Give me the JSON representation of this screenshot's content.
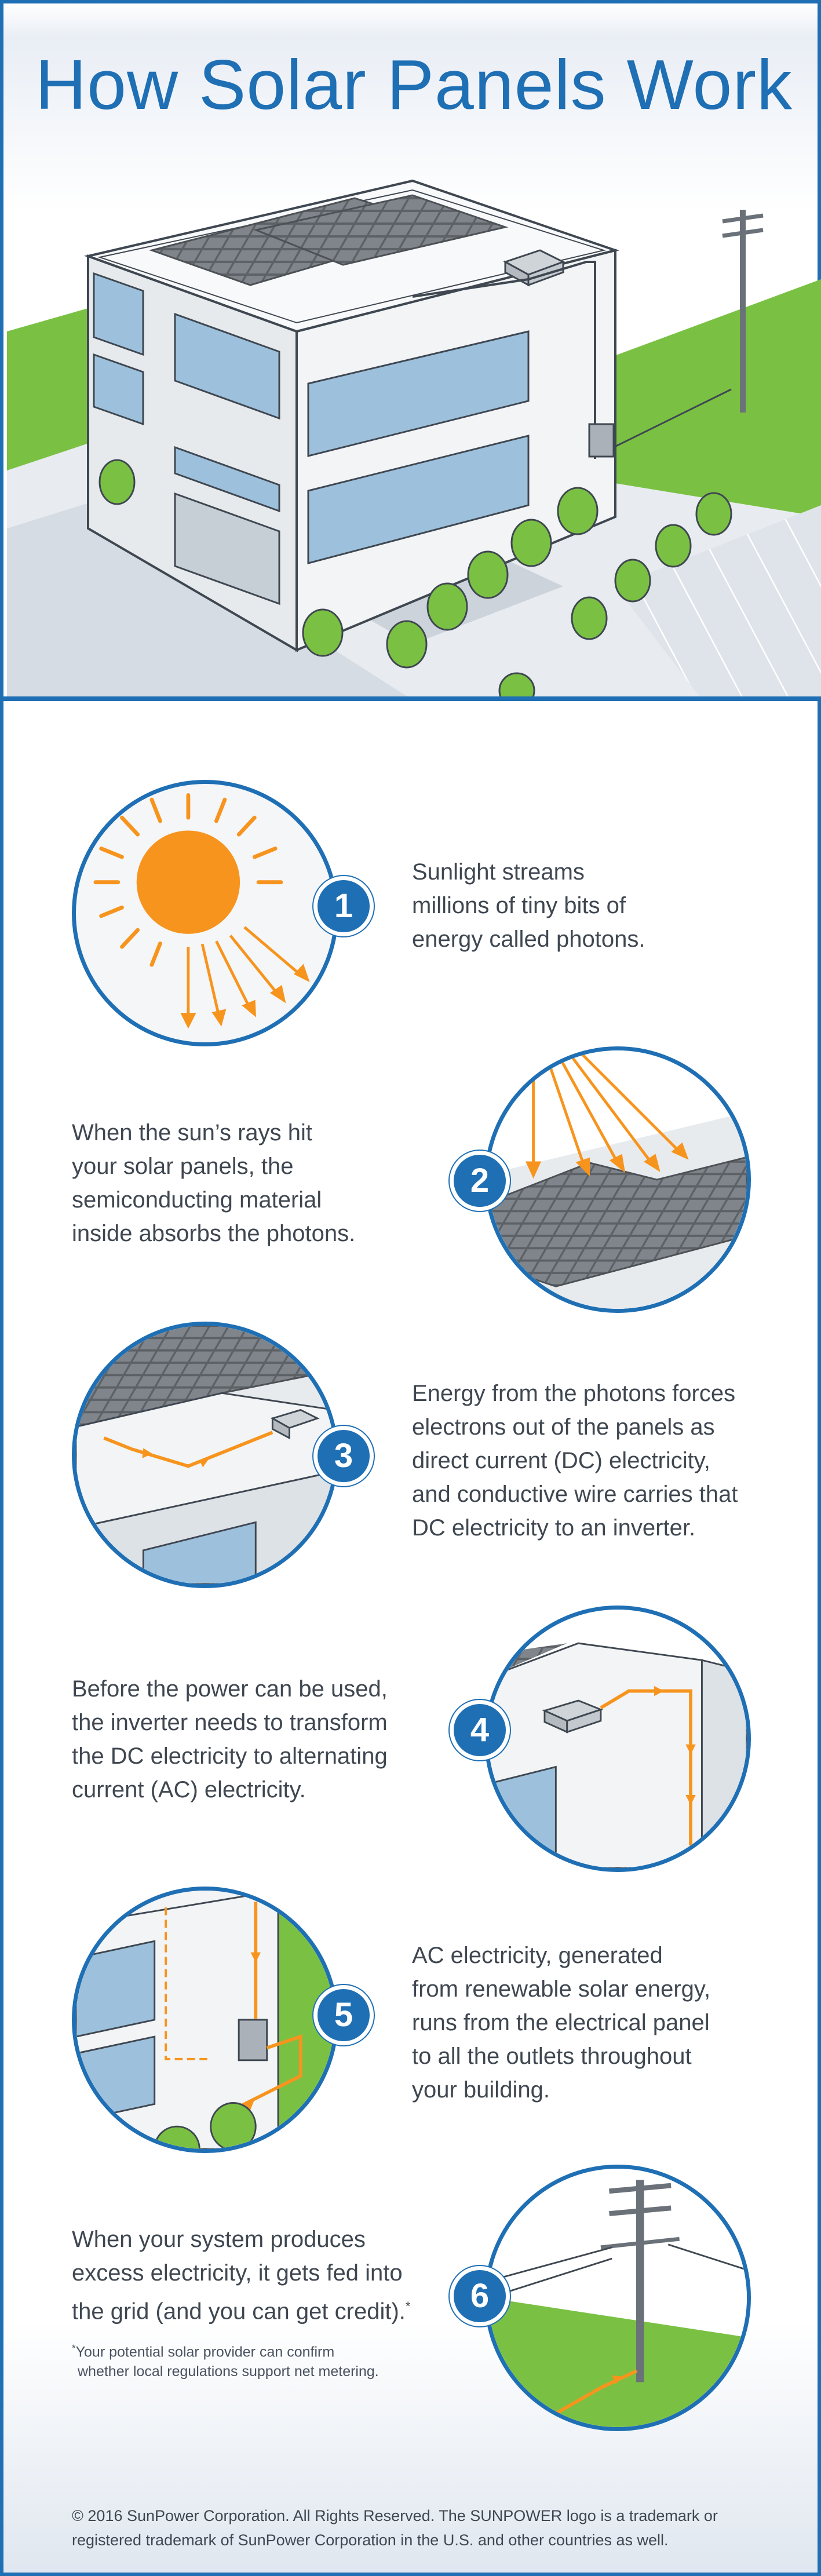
{
  "title": "How Solar Panels Work",
  "colors": {
    "brand_blue": "#1f6fb4",
    "sun_orange": "#f7941d",
    "grass_green": "#7ac143",
    "glass_blue": "#9dc1dc"
  },
  "steps": [
    {
      "number": "1",
      "lines": [
        "Sunlight streams",
        "millions of tiny bits of",
        "energy called photons."
      ]
    },
    {
      "number": "2",
      "lines": [
        "When the sun’s rays hit",
        "your solar panels, the",
        "semiconducting material",
        "inside absorbs the photons."
      ]
    },
    {
      "number": "3",
      "lines": [
        "Energy from the photons forces",
        "electrons out of the panels as",
        "direct current (DC) electricity,",
        "and conductive wire carries that",
        "DC electricity to an inverter."
      ]
    },
    {
      "number": "4",
      "lines": [
        "Before the power can be used,",
        "the inverter needs to transform",
        "the DC electricity to alternating",
        "current (AC) electricity."
      ]
    },
    {
      "number": "5",
      "lines": [
        "AC electricity, generated",
        "from renewable solar energy,",
        "runs from the electrical panel",
        "to all the outlets throughout",
        "your building."
      ]
    },
    {
      "number": "6",
      "lines": [
        "When your system produces",
        "excess electricity, it gets fed into",
        "the grid (and you can get credit)."
      ],
      "footnote_mark": "*"
    }
  ],
  "footnote": {
    "mark": "*",
    "lines": [
      "Your potential solar provider can confirm",
      "whether local regulations support net metering."
    ]
  },
  "footer_lines": [
    "© 2016 SunPower Corporation. All Rights Reserved. The SUNPOWER logo is a trademark or",
    "registered trademark of SunPower Corporation in the U.S. and other countries as well."
  ]
}
